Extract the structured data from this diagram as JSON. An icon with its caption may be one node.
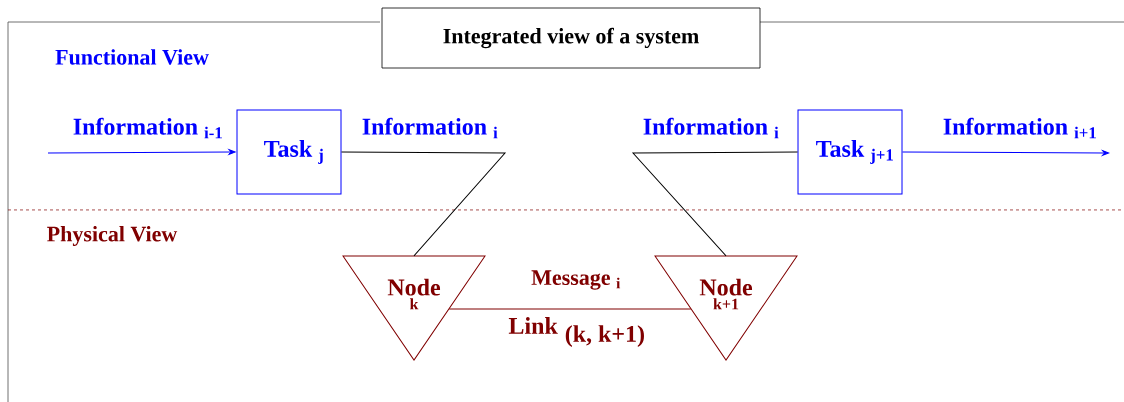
{
  "diagram": {
    "nodes": [
      {
        "text": [
          "Integrated view of a system"
        ]
      },
      {
        "text": [
          "Task $_{j}$"
        ]
      },
      {
        "text": [
          "Task $_{j+1}$"
        ]
      },
      {
        "text": [
          "Node",
          "k"
        ]
      },
      {
        "text": [
          "Node",
          "k+1"
        ]
      }
    ],
    "edges": [
      {
        "from": null,
        "to": 1,
        "arrow": "to",
        "label": "Information $_{i-1}$",
        "color": "#0000ff"
      },
      {
        "from": 1,
        "to": 3,
        "arrow": "none",
        "label": "Information $_{i}$",
        "color": "#000000"
      },
      {
        "from": 4,
        "to": 2,
        "arrow": "none",
        "label": "Information $_{i}$",
        "color": "#000000"
      },
      {
        "from": 2,
        "to": null,
        "arrow": "to",
        "label": "Information $_{i+1}$",
        "color": "#0000ff"
      },
      {
        "from": 3,
        "to": 4,
        "arrow": "none",
        "label": "Message $_{i}$",
        "color": "#800000"
      }
    ],
    "labels": [
      "Functional View",
      "Physical View",
      "\\textbf{Link}\\;{}_{\\textbf{(k, k+1)}}"
    ]
  }
}
